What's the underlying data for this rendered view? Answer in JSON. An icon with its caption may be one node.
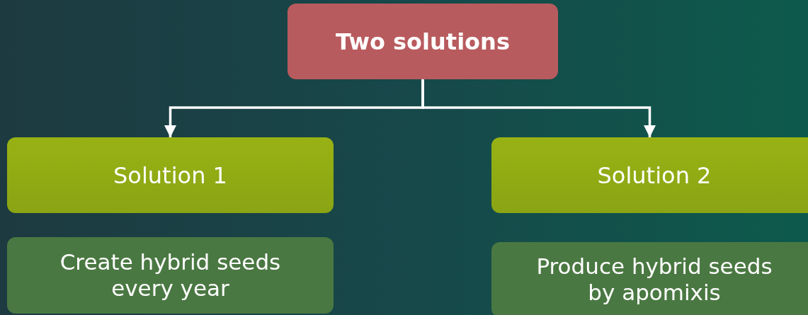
{
  "diagram": {
    "nodes": [
      {
        "text": [
          "Two solutions"
        ]
      },
      {
        "text": [
          "Solution 1"
        ]
      },
      {
        "text": [
          "Solution 2"
        ]
      },
      {
        "text": [
          "Create hybrid seeds every year"
        ]
      },
      {
        "text": [
          "Produce hybrid seeds by apomixis"
        ]
      }
    ],
    "edges": [
      {
        "from": 0,
        "to": 1,
        "arrow": "to"
      },
      {
        "from": 0,
        "to": 2,
        "arrow": "to"
      }
    ]
  }
}
